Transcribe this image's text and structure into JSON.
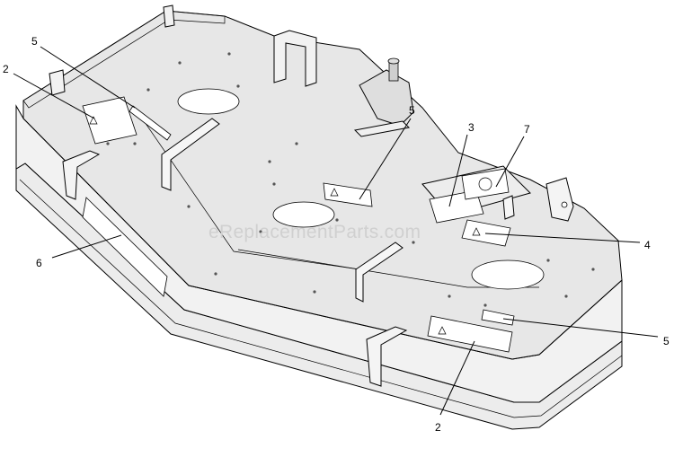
{
  "watermark": "eReplacementParts.com",
  "callouts": [
    {
      "id": "c5a",
      "label": "5"
    },
    {
      "id": "c2a",
      "label": "2"
    },
    {
      "id": "c6",
      "label": "6"
    },
    {
      "id": "c5b",
      "label": "5"
    },
    {
      "id": "c3",
      "label": "3"
    },
    {
      "id": "c7",
      "label": "7"
    },
    {
      "id": "c4",
      "label": "4"
    },
    {
      "id": "c5c",
      "label": "5"
    },
    {
      "id": "c2b",
      "label": "2"
    }
  ],
  "colors": {
    "deck_top": "#e6e6e6",
    "deck_side": "#f1f1f1",
    "skirt": "#e9e9e9",
    "line": "#000000"
  }
}
